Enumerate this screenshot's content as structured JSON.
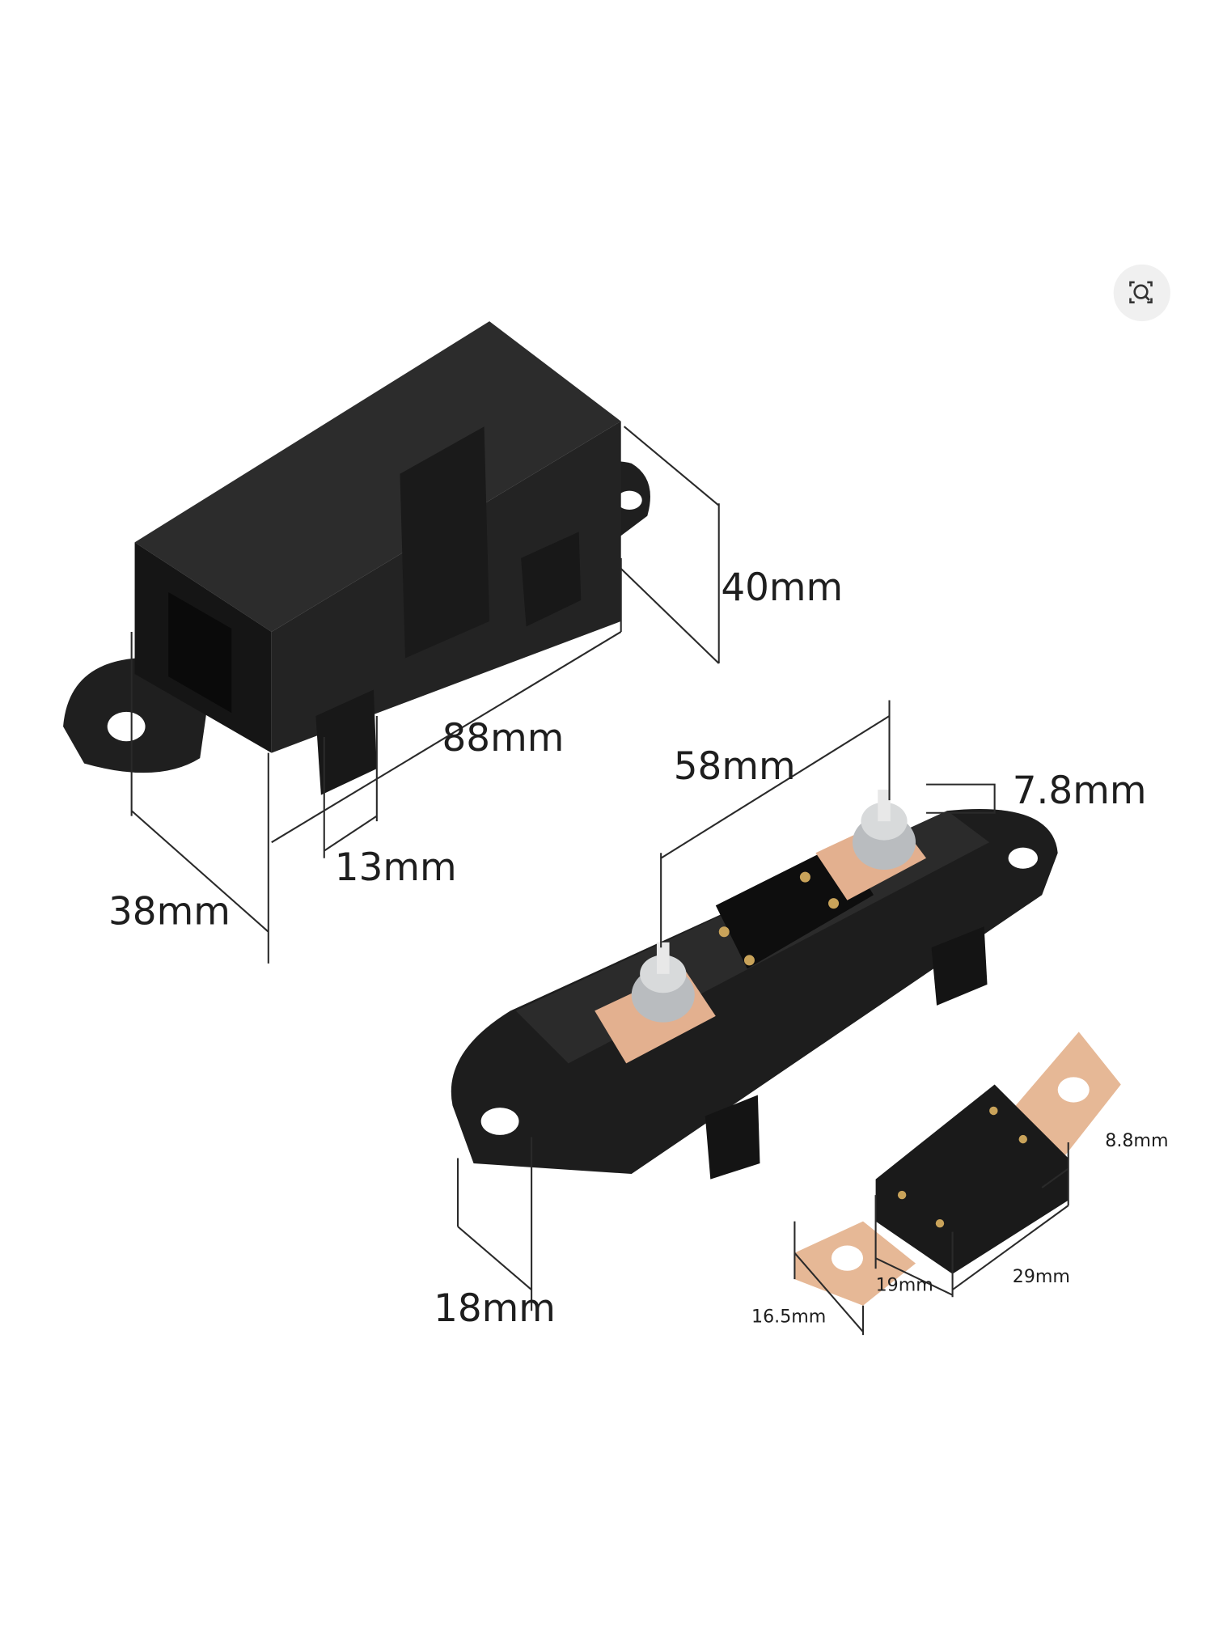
{
  "toolbar": {
    "visual_search_icon": "lens-scan-icon"
  },
  "product": {
    "housing_dimensions": {
      "height": "40mm",
      "length": "88mm",
      "width": "38mm",
      "tab": "13mm"
    },
    "base_dimensions": {
      "stud_spacing": "58mm",
      "stud": "7.8mm",
      "tab": "18mm"
    },
    "fuse_dimensions": {
      "thickness": "8.8mm",
      "body_length": "29mm",
      "body_width": "19mm",
      "blade_width": "16.5mm"
    }
  },
  "colors": {
    "plastic": "#1c1c1c",
    "copper": "#e6b896",
    "text": "#1e1e1e"
  }
}
